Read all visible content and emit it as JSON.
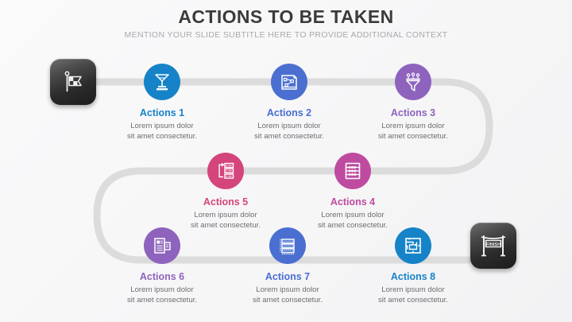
{
  "slide": {
    "title": "ACTIONS TO BE TAKEN",
    "subtitle": "MENTION YOUR SLIDE SUBTITLE HERE TO PROVIDE ADDITIONAL CONTEXT",
    "background_color": "#f6f6f7",
    "title_color": "#3b3b3b",
    "subtitle_color": "#a9a9ad",
    "connector_color": "#dcdcdc"
  },
  "endpoints": {
    "start": {
      "icon": "start-flag-icon",
      "badge_color": "#2b2b2b"
    },
    "finish": {
      "icon": "finish-line-icon",
      "label": "FINISH",
      "badge_color": "#2b2b2b"
    }
  },
  "steps": [
    {
      "label": "Actions 1",
      "desc": "Lorem ipsum dolor\nsit amet consectetur.",
      "desc_line1": "Lorem ipsum dolor",
      "desc_line2": "sit amet consectetur.",
      "color": "#1683c8",
      "icon": "diamond-trophy-icon"
    },
    {
      "label": "Actions 2",
      "desc": "Lorem ipsum dolor\nsit amet consectetur.",
      "desc_line1": "Lorem ipsum dolor",
      "desc_line2": "sit amet consectetur.",
      "color": "#4a6fd0",
      "icon": "strategy-plan-icon"
    },
    {
      "label": "Actions 3",
      "desc": "Lorem ipsum dolor\nsit amet consectetur.",
      "desc_line1": "Lorem ipsum dolor",
      "desc_line2": "sit amet consectetur.",
      "color": "#8e63bd",
      "icon": "funnel-filter-icon"
    },
    {
      "label": "Actions 4",
      "desc": "Lorem ipsum dolor\nsit amet consectetur.",
      "desc_line1": "Lorem ipsum dolor",
      "desc_line2": "sit amet consectetur.",
      "color": "#bf4ba0",
      "icon": "abacus-icon"
    },
    {
      "label": "Actions 5",
      "desc": "Lorem ipsum dolor\nsit amet consectetur.",
      "desc_line1": "Lorem ipsum dolor",
      "desc_line2": "sit amet consectetur.",
      "color": "#d4457c",
      "icon": "server-transfer-icon"
    },
    {
      "label": "Actions 6",
      "desc": "Lorem ipsum dolor\nsit amet consectetur.",
      "desc_line1": "Lorem ipsum dolor",
      "desc_line2": "sit amet consectetur.",
      "color": "#8e63bd",
      "icon": "news-article-icon"
    },
    {
      "label": "Actions 7",
      "desc": "Lorem ipsum dolor\nsit amet consectetur.",
      "desc_line1": "Lorem ipsum dolor",
      "desc_line2": "sit amet consectetur.",
      "color": "#4a6fd0",
      "icon": "server-rack-icon"
    },
    {
      "label": "Actions 8",
      "desc": "Lorem ipsum dolor\nsit amet consectetur.",
      "desc_line1": "Lorem ipsum dolor",
      "desc_line2": "sit amet consectetur.",
      "color": "#1683c8",
      "icon": "maze-icon"
    }
  ]
}
